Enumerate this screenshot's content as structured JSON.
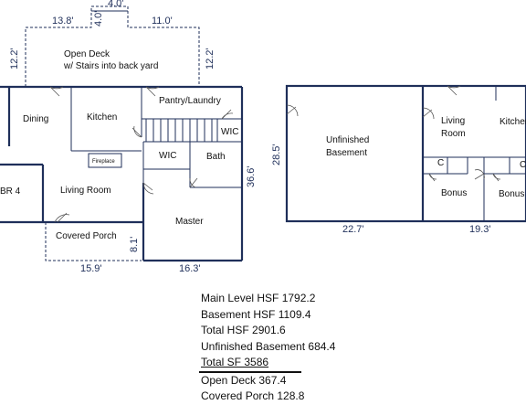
{
  "rooms": {
    "open_deck": "Open Deck",
    "open_deck_sub": "w/ Stairs into back yard",
    "dining": "Dining",
    "kitchen": "Kitchen",
    "pantry_laundry": "Pantry/Laundry",
    "wic": "WIC",
    "wic2": "WIC",
    "bath": "Bath",
    "fireplace": "Fireplace",
    "br4": "BR 4",
    "living_room": "Living Room",
    "master": "Master",
    "covered_porch": "Covered Porch",
    "unfinished": "Unfinished",
    "basement": "Basement",
    "living": "Living",
    "room": "Room",
    "kitchen_b": "Kitchen",
    "closet1": "C",
    "closet2": "C",
    "bonus1": "Bonus",
    "bonus2": "Bonus"
  },
  "dims": {
    "deck_left_w": "13.8'",
    "deck_top_w": "4.0'",
    "deck_notch": "4.0'",
    "deck_right_w": "11.0'",
    "deck_left_h": "12.2'",
    "deck_right_h": "12.2'",
    "house_depth": "36.6'",
    "porch_depth": "8.1'",
    "porch_w": "15.9'",
    "master_w": "16.3'",
    "basement_depth": "28.5'",
    "basement_w1": "22.7'",
    "basement_w2": "19.3'"
  },
  "summary": {
    "main": "Main Level HSF 1792.2",
    "basement": "Basement HSF 1109.4",
    "total_hsf": "Total HSF 2901.6",
    "unfinished": "Unfinished Basement 684.4",
    "total_sf": "Total SF 3586",
    "deck": "Open Deck 367.4",
    "porch": "Covered Porch 128.8"
  },
  "colors": {
    "wall": "#1f2f5a",
    "text": "#111111",
    "background": "#ffffff"
  }
}
